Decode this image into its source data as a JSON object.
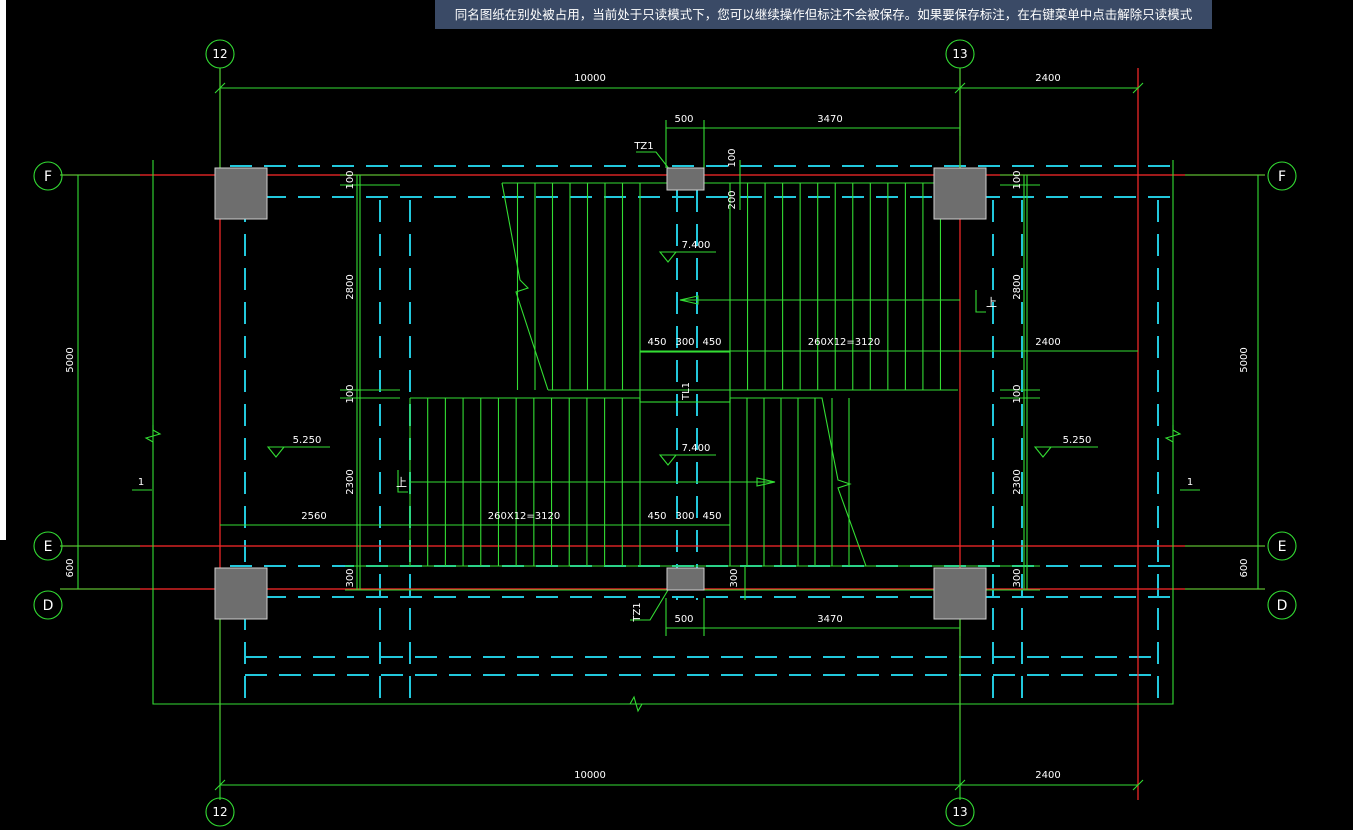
{
  "banner": "同名图纸在别处被占用，当前处于只读模式下，您可以继续操作但标注不会被保存。如果要保存标注，在右键菜单中点击解除只读模式",
  "axes": {
    "left_top": "12",
    "right_top": "13",
    "left_bottom": "12",
    "right_bottom": "13",
    "row_f": "F",
    "row_e": "E",
    "row_d": "D"
  },
  "dims": {
    "top_10000": "10000",
    "top_2400": "2400",
    "bot_10000": "10000",
    "bot_2400": "2400",
    "left_5000": "5000",
    "right_5000": "5000",
    "left_600": "600",
    "right_600": "600",
    "top_500": "500",
    "top_3470": "3470",
    "bot_500": "500",
    "bot_3470": "3470",
    "left_100a": "100",
    "right_100a": "100",
    "left_2800": "2800",
    "right_2800": "2800",
    "left_100b": "100",
    "right_100b": "100",
    "left_2300": "2300",
    "right_2300": "2300",
    "left_300": "300",
    "right_300": "300",
    "mid_300": "300",
    "mid_100": "100",
    "mid_200": "200",
    "upper_450a": "450",
    "upper_300": "300",
    "upper_450b": "450",
    "upper_flight": "260X12=3120",
    "upper_2400": "2400",
    "lower_2560": "2560",
    "lower_flight": "260X12=3120",
    "lower_450a": "450",
    "lower_300": "300",
    "lower_450b": "450"
  },
  "labels": {
    "tz1_top": "TZ1",
    "tz1_bot": "TZ1",
    "tl1": "TL1",
    "elev_upper": "7.400",
    "elev_lower": "7.400",
    "elev_left": "5.250",
    "elev_right": "5.250",
    "section_left": "1",
    "section_right": "1",
    "up_right": "上",
    "up_left": "上"
  },
  "colors": {
    "grid_axis": "#ff2a2a",
    "dim": "#33dd33",
    "beam": "#22c8dc",
    "column": "#6e6e6e",
    "text": "#ffffff"
  }
}
